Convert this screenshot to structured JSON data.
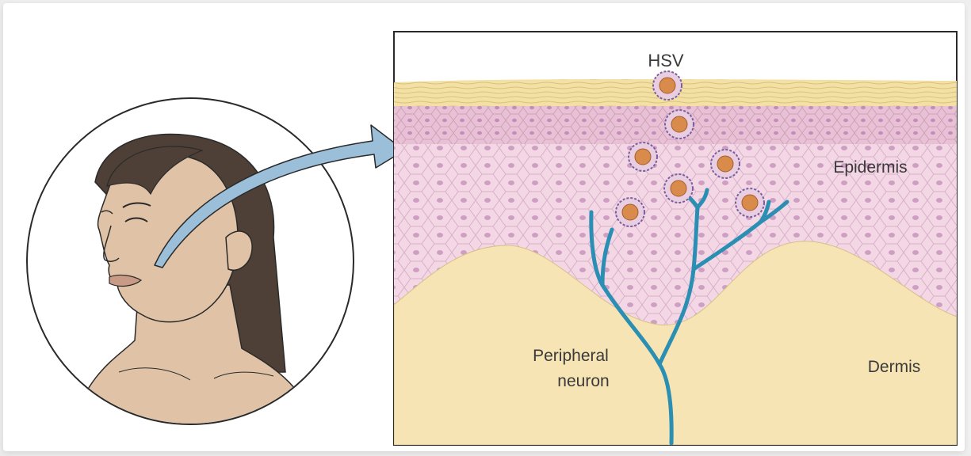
{
  "labels": {
    "virus": "HSV",
    "epidermis": "Epidermis",
    "dermis": "Dermis",
    "neuron_line1": "Peripheral",
    "neuron_line2": "neuron"
  },
  "colors": {
    "stratum_corneum": "#f1dfa0",
    "epidermis_top": "#e8bfd0",
    "epidermis": "#f2d6e4",
    "cell_nucleus": "#c79ac0",
    "dermis": "#f6e4b4",
    "neuron": "#2b8fb3",
    "virus_core": "#d98b4c",
    "virus_ring": "#7a5fa0",
    "arrow": "#9bbfd9",
    "skin": "#e0c2a6",
    "hair": "#4e4036"
  }
}
